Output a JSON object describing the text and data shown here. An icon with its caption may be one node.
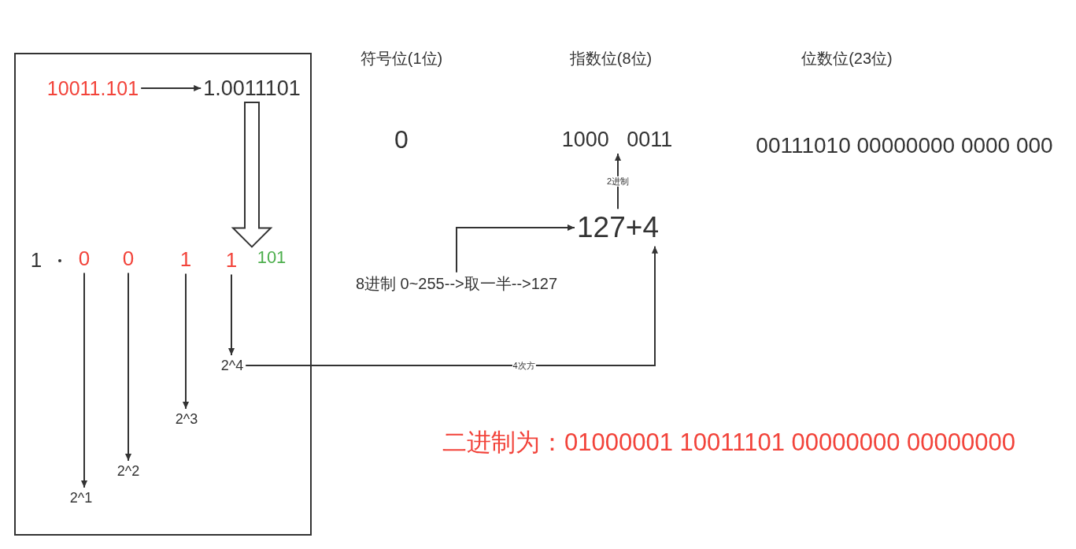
{
  "diagram": {
    "nodes": [
      {
        "text": [],
        "shape": "box"
      },
      {
        "text": [
          "10011.101"
        ],
        "in": 0
      },
      {
        "text": [
          "1.0011101"
        ],
        "in": 0
      },
      {
        "text": [
          "0"
        ],
        "in": 0
      },
      {
        "text": [
          "0"
        ],
        "in": 0
      },
      {
        "text": [
          "1"
        ],
        "in": 0
      },
      {
        "text": [
          "1"
        ],
        "in": 0
      },
      {
        "text": [
          "2^1"
        ],
        "in": 0
      },
      {
        "text": [
          "2^2"
        ],
        "in": 0
      },
      {
        "text": [
          "2^3"
        ],
        "in": 0
      },
      {
        "text": [
          "2^4"
        ],
        "in": 0
      },
      {
        "text": [
          "1000   0011"
        ]
      },
      {
        "text": [
          "127+4"
        ]
      },
      {
        "text": [
          "8进制 0~255-->取一半-->127"
        ]
      }
    ],
    "edges": [
      {
        "from": 1,
        "to": 2,
        "arrow": "to"
      },
      {
        "from": 2,
        "to": 6,
        "arrow": "to"
      },
      {
        "from": 3,
        "to": 7,
        "arrow": "to"
      },
      {
        "from": 4,
        "to": 8,
        "arrow": "to"
      },
      {
        "from": 5,
        "to": 9,
        "arrow": "to"
      },
      {
        "from": 6,
        "to": 10,
        "arrow": "to"
      },
      {
        "from": 10,
        "to": 12,
        "arrow": "to",
        "label": "4次方"
      },
      {
        "from": 13,
        "to": 12,
        "arrow": "to"
      },
      {
        "from": 12,
        "to": 11,
        "arrow": "to",
        "label": "2进制"
      }
    ],
    "labels": [
      "符号位(1位)",
      "指数位(8位)",
      "位数位(23位)",
      "0",
      "00111010 00000000 0000 000",
      "1",
      "101",
      "二进制为：01000001 10011101 00000000 00000000"
    ]
  }
}
